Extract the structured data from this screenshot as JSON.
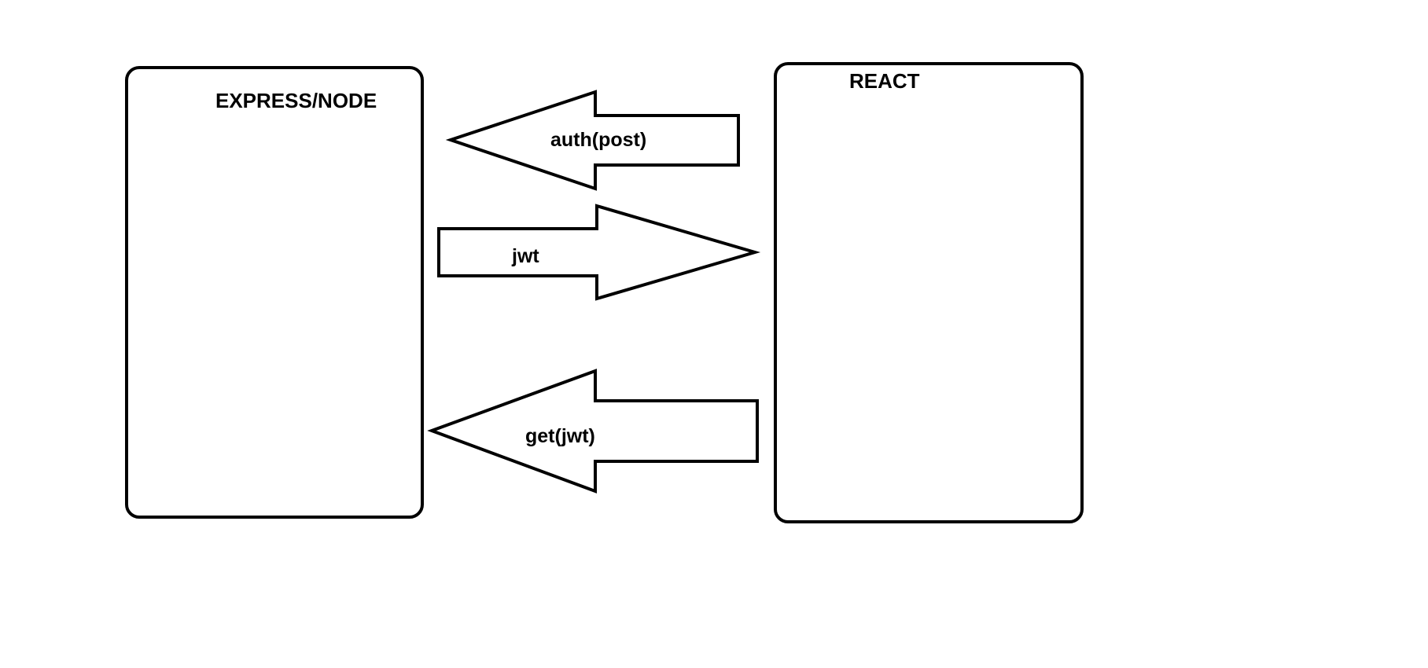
{
  "nodes": {
    "server": {
      "label": "EXPRESS/NODE"
    },
    "client": {
      "label": "REACT"
    }
  },
  "arrows": {
    "auth": {
      "label": "auth(post)",
      "direction": "left"
    },
    "jwt": {
      "label": "jwt",
      "direction": "right"
    },
    "get": {
      "label": "get(jwt)",
      "direction": "left"
    }
  },
  "colors": {
    "stroke": "#000000",
    "background": "#ffffff"
  }
}
